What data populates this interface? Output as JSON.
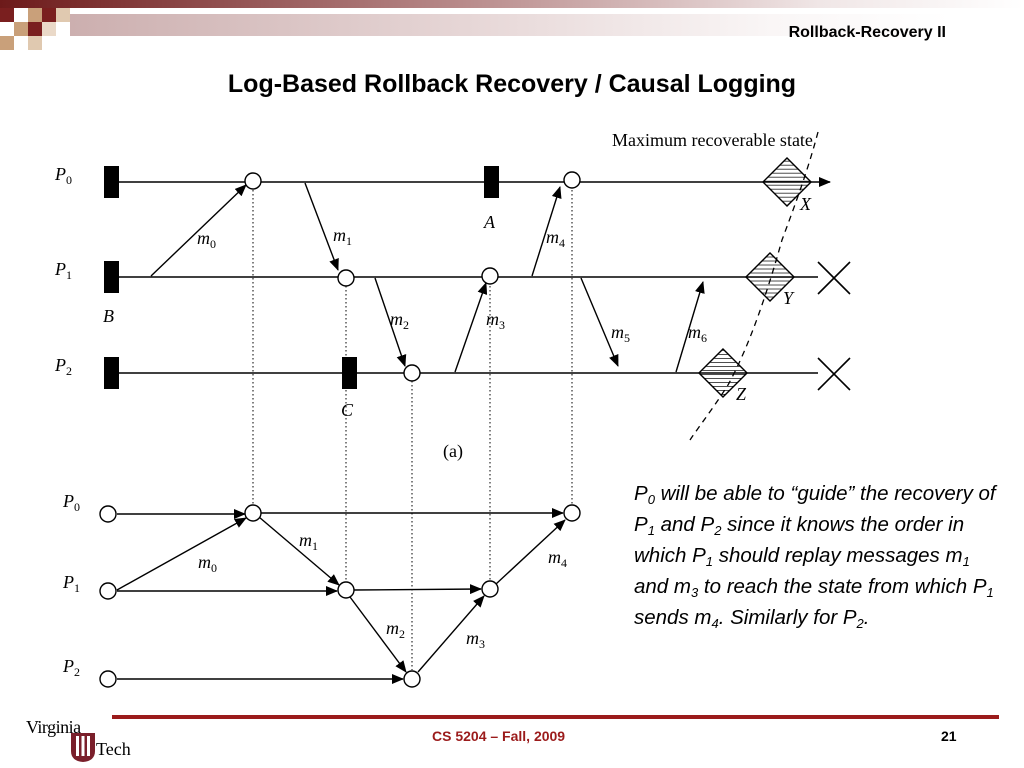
{
  "header": {
    "title": "Rollback-Recovery II"
  },
  "slide": {
    "title": "Log-Based Rollback Recovery / Causal Logging"
  },
  "diagram_a": {
    "annotation": "Maximum recoverable state",
    "caption": "(a)",
    "processes": [
      "P0",
      "P1",
      "P2"
    ],
    "checkpoint_labels": [
      "A",
      "B",
      "C"
    ],
    "state_labels": [
      "X",
      "Y",
      "Z"
    ],
    "messages": [
      "m0",
      "m1",
      "m2",
      "m3",
      "m4",
      "m5",
      "m6"
    ]
  },
  "diagram_b": {
    "processes": [
      "P0",
      "P1",
      "P2"
    ],
    "messages": [
      "m0",
      "m1",
      "m2",
      "m3",
      "m4"
    ]
  },
  "caption": {
    "parts": [
      {
        "t": "P"
      },
      {
        "sub": "0"
      },
      {
        "t": " will be able to “guide” the recovery of P"
      },
      {
        "sub": "1"
      },
      {
        "t": " and P"
      },
      {
        "sub": "2"
      },
      {
        "t": " since it knows the order in which P"
      },
      {
        "sub": "1"
      },
      {
        "t": " should replay messages m"
      },
      {
        "sub": "1"
      },
      {
        "t": " and m"
      },
      {
        "sub": "3"
      },
      {
        "t": " to reach the state from which P"
      },
      {
        "sub": "1"
      },
      {
        "t": " sends m"
      },
      {
        "sub": "4"
      },
      {
        "t": ". Similarly for P"
      },
      {
        "sub": "2"
      },
      {
        "t": "."
      }
    ]
  },
  "footer": {
    "center": "CS 5204 – Fall, 2009",
    "page": "21",
    "logo_text_1": "Virginia",
    "logo_text_2": "Tech"
  },
  "colors": {
    "accent": "#9b1b1b",
    "logo": "#7a1f2b",
    "line": "#000000"
  }
}
